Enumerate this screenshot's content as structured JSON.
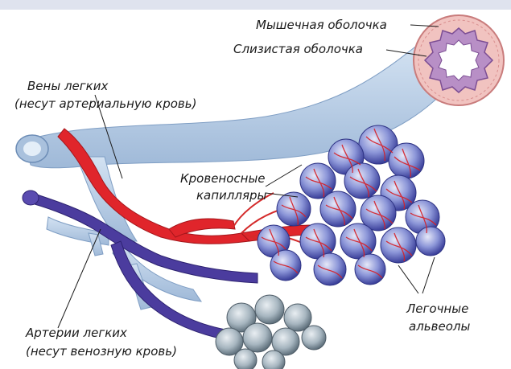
{
  "labels": {
    "muscle_layer": "Мышечная оболочка",
    "mucous_layer": "Слизистая оболочка",
    "pulmonary_veins_title": "Вены легких",
    "pulmonary_veins_note": "(несут артериальную кровь)",
    "capillaries_line1": "Кровеносные",
    "capillaries_line2": "капилляры",
    "pulmonary_arteries_title": "Артерии легких",
    "pulmonary_arteries_note": "(несут венозную кровь)",
    "alveoli_line1": "Легочные",
    "alveoli_line2": "альвеолы"
  },
  "colors": {
    "bronchus": "#b9cfe6",
    "vein_red": "#e0252b",
    "artery_purple": "#4b3c9e",
    "alveolus_blue": "#6b79c8",
    "bronchus_wall_pink": "#f1c3c0",
    "mucosa_purple": "#b88fc6",
    "lumen_grey": "#8fa1ad",
    "topbar": "#dfe3ee"
  }
}
